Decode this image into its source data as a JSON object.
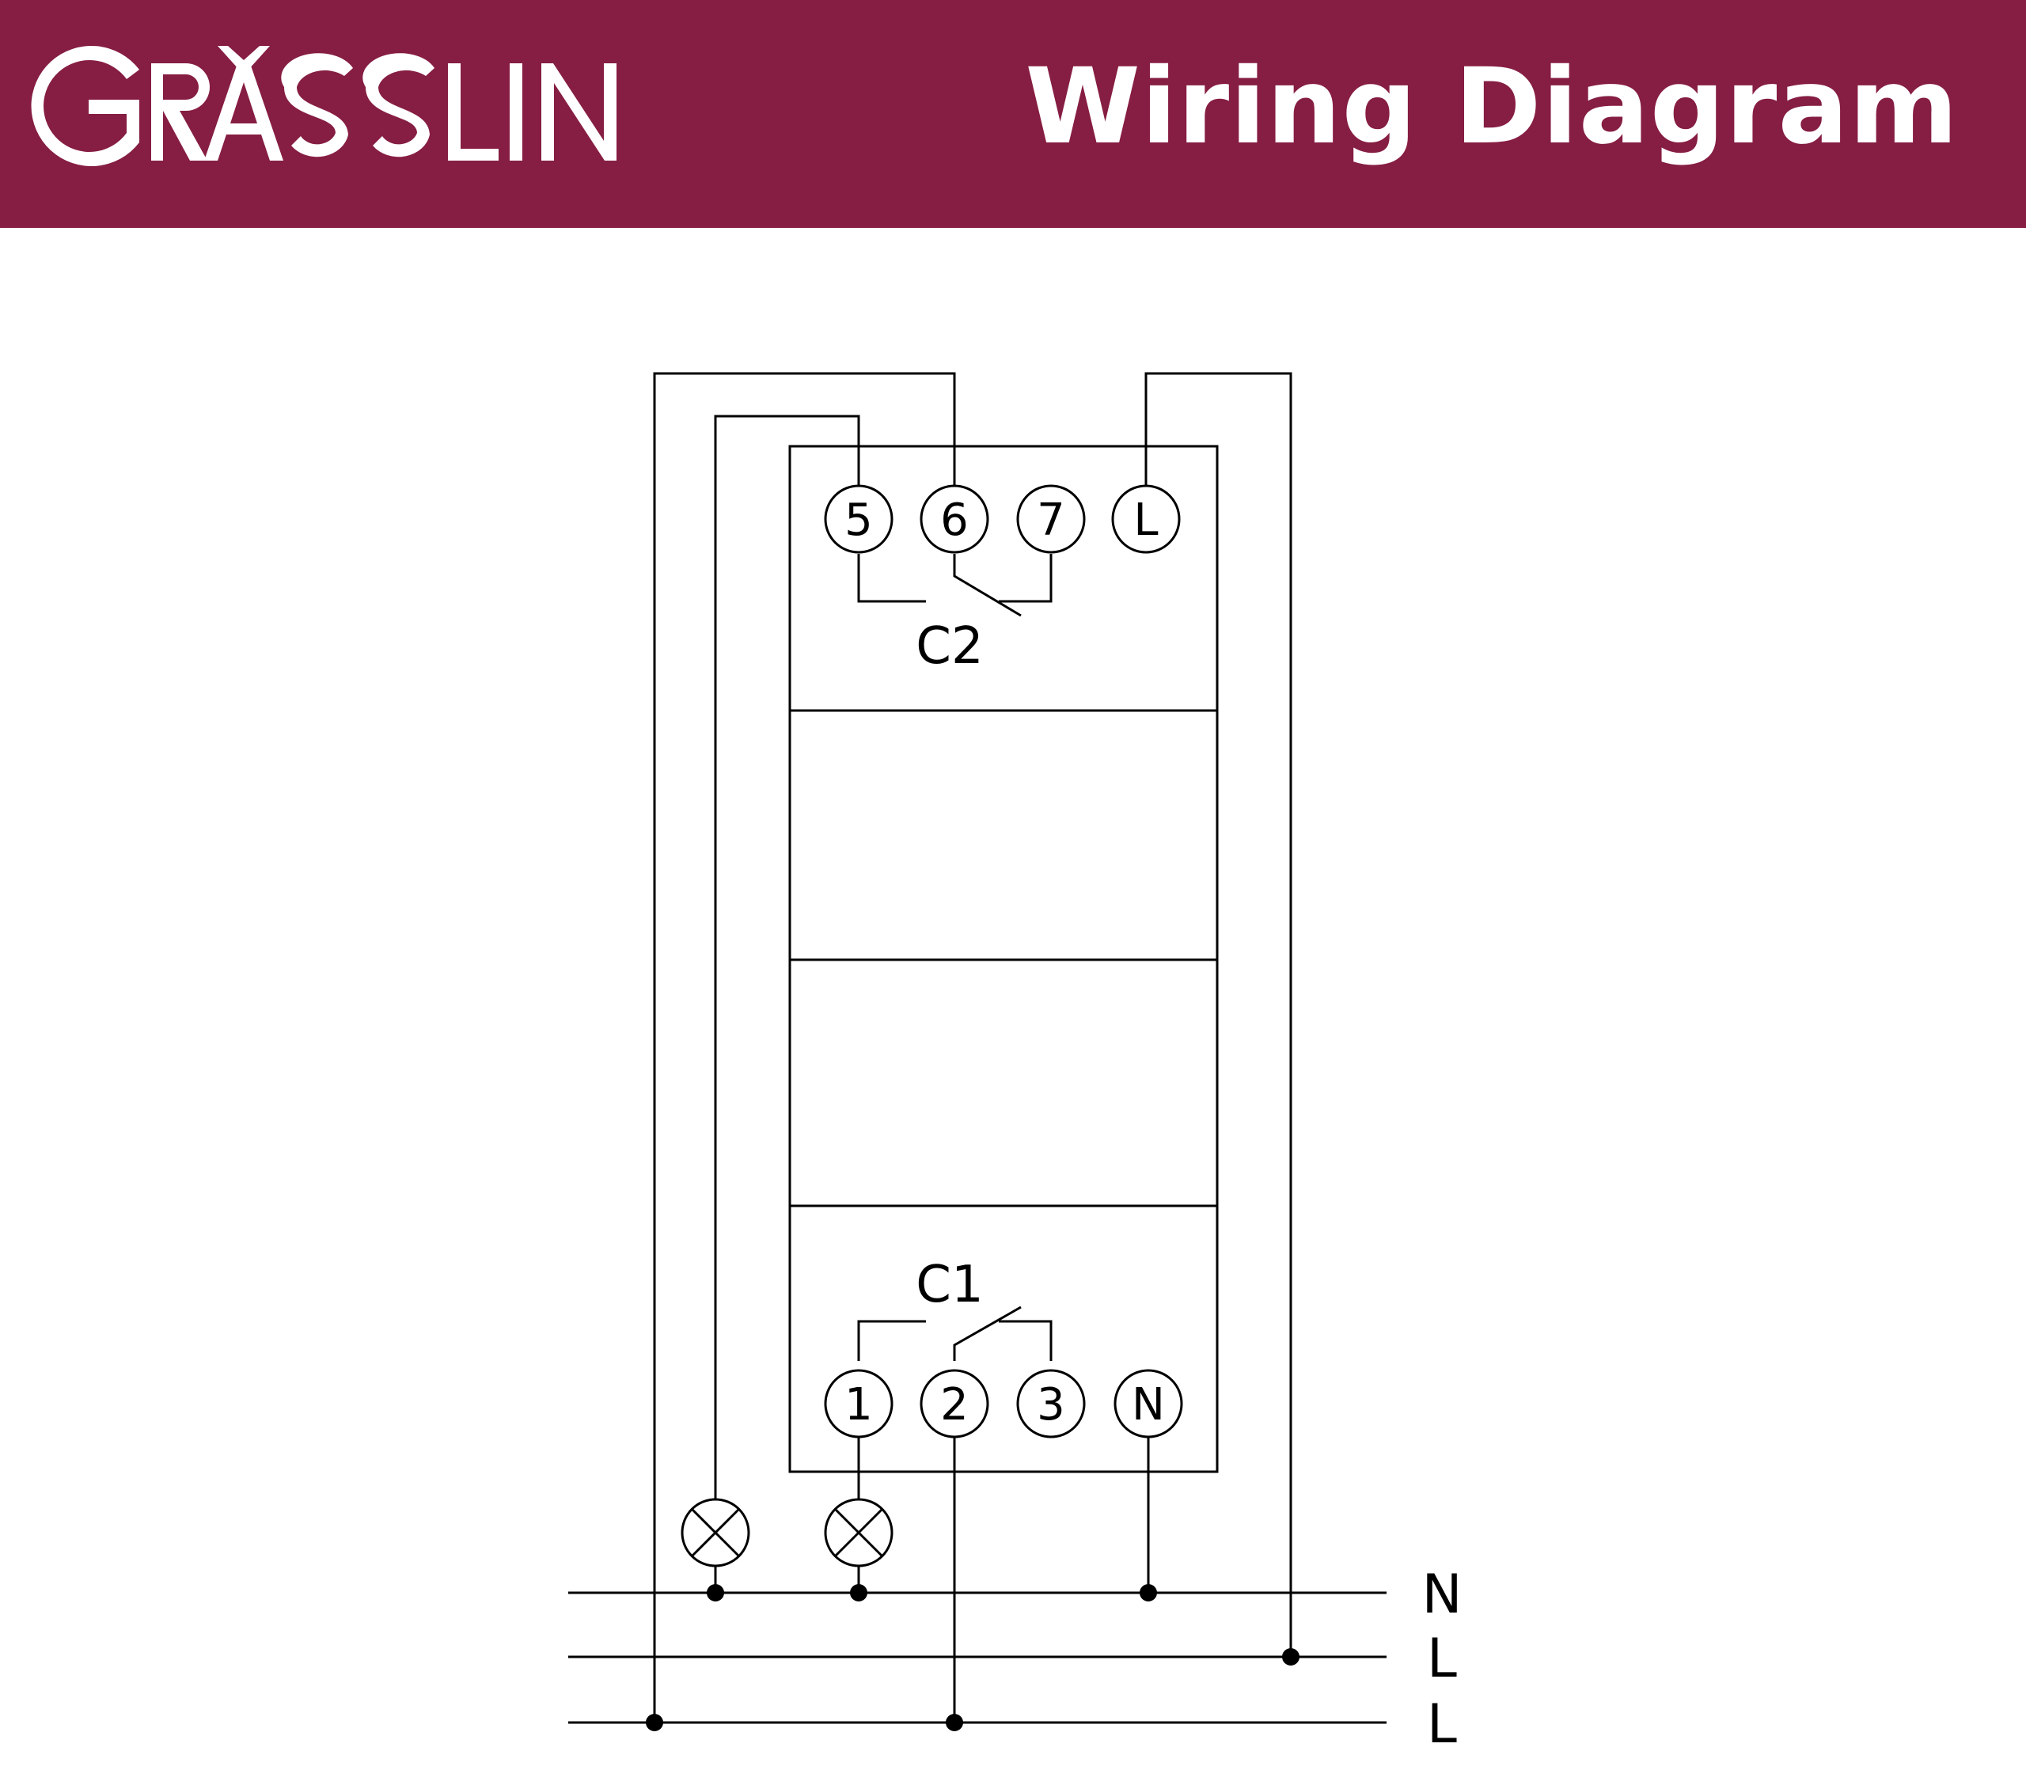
{
  "header": {
    "brand": "GRÄSSLIN",
    "title": "Wiring Diagram",
    "bg_color": "#861d42",
    "text_color": "#ffffff"
  },
  "diagram": {
    "contacts": {
      "c2": "C2",
      "c1": "C1"
    },
    "terminals_top": [
      "5",
      "6",
      "7",
      "L"
    ],
    "terminals_bottom": [
      "1",
      "2",
      "3",
      "N"
    ],
    "bus_lines": [
      "N",
      "L",
      "L"
    ],
    "lamp_icons": [
      "lamp-icon",
      "lamp-icon"
    ]
  }
}
